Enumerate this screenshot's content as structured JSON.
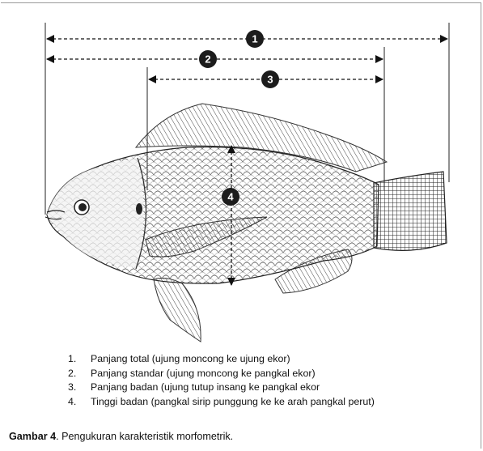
{
  "figure": {
    "markers": [
      "1",
      "2",
      "3",
      "4"
    ]
  },
  "legend": [
    {
      "num": "1.",
      "text": "Panjang total (ujung moncong ke ujung ekor)"
    },
    {
      "num": "2.",
      "text": "Panjang standar (ujung moncong ke pangkal ekor)"
    },
    {
      "num": "3.",
      "text": "Panjang badan (ujung tutup insang ke pangkal ekor"
    },
    {
      "num": "4.",
      "text": "Tinggi badan (pangkal sirip punggung ke ke arah pangkal perut)"
    }
  ],
  "caption": {
    "label": "Gambar 4",
    "text": ".  Pengukuran karakteristik morfometrik."
  }
}
